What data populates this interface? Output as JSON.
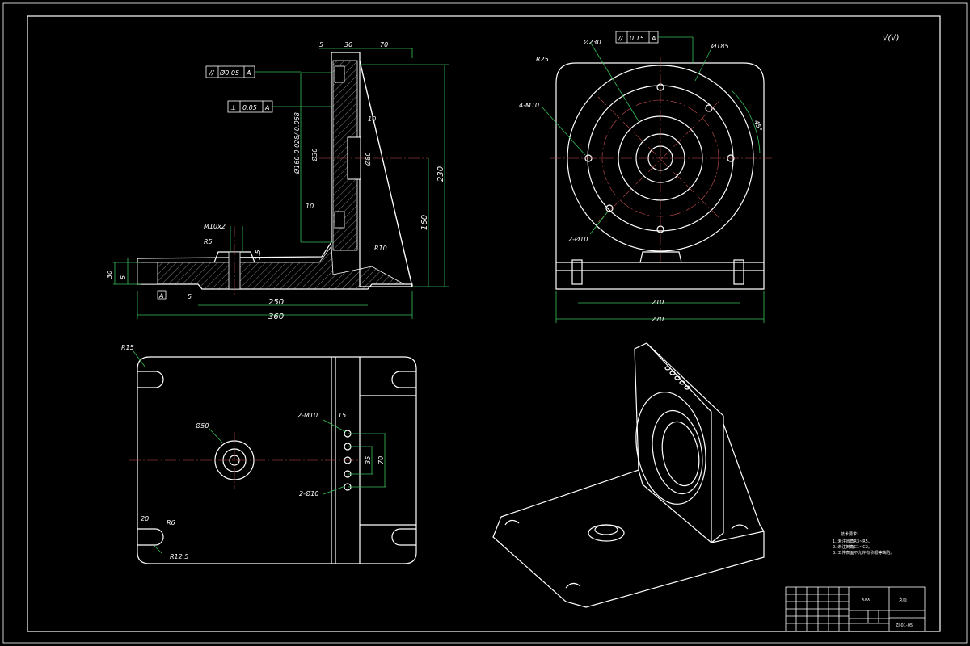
{
  "drawing": {
    "surface_finish": "√(√)",
    "front_view": {
      "top_dims": [
        "5",
        "30",
        "70"
      ],
      "parallelism_tol": "Ø0.05",
      "parallelism_ref": "A",
      "perp_tol": "0.05",
      "perp_ref": "A",
      "dim_10_top": "10",
      "dim_10_bot": "10",
      "bore": "Ø160-0.028/-0.068",
      "dim_phi30": "Ø30",
      "dim_phi80": "Ø80",
      "dim_230": "230",
      "dim_160": "160",
      "thread": "M10x2",
      "r5": "R5",
      "dim_15": "1.5",
      "r10": "R10",
      "dim_30": "30",
      "dim_5_left": "5",
      "dim_5_bot": "5",
      "dim_250": "250",
      "dim_360": "360",
      "datum_a": "A"
    },
    "side_view": {
      "dim_230": "Ø230",
      "parallel_tol": "0.15",
      "parallel_ref": "A",
      "dim_185": "Ø185",
      "r25": "R25",
      "holes_m10": "4-M10",
      "angle": "45°",
      "pins": "2-Ø10",
      "dim_210": "210",
      "dim_270": "270"
    },
    "top_view": {
      "r15": "R15",
      "phi50": "Ø50",
      "holes_m10": "2-M10",
      "dim_15": "15",
      "dim_35": "35",
      "dim_70": "70",
      "pins": "2-Ø10",
      "dim_20": "20",
      "r6": "R6",
      "r12_5": "R12.5"
    },
    "notes": {
      "title": "技术要求:",
      "lines": [
        "1. 未注圆角R3~R5。",
        "2. 未注倒角C1~C2。",
        "3. 工件表面不允许有砂眼等缺陷。"
      ]
    },
    "title_block": {
      "part_name": "支座",
      "company": "XXX",
      "drawing_no": "ZJ-01-05"
    }
  }
}
